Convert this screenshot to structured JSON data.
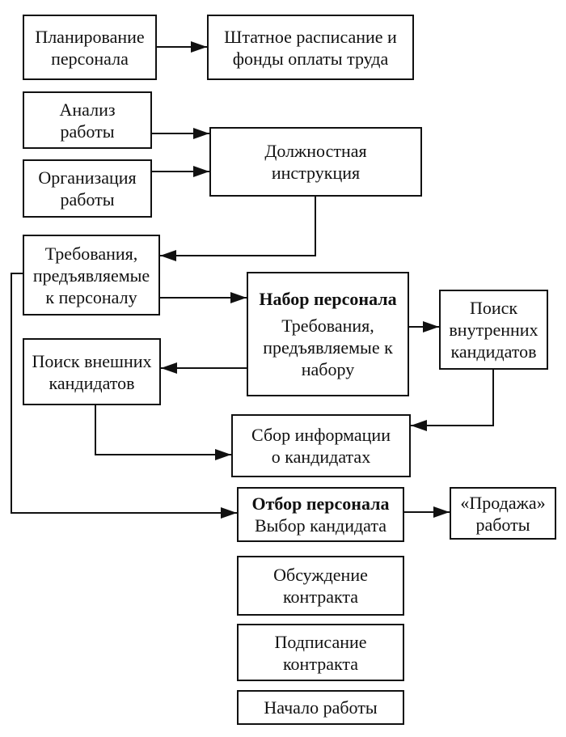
{
  "boxes": {
    "planning": [
      "Планирование",
      "персонала"
    ],
    "staffing": [
      "Штатное расписание и",
      "фонды оплаты труда"
    ],
    "job_analysis": [
      "Анализ",
      "работы"
    ],
    "job_description": [
      "Должностная",
      "инструкция"
    ],
    "work_organization": [
      "Организация",
      "работы"
    ],
    "requirements": [
      "Требования,",
      "предъявляемые",
      "к персоналу"
    ],
    "recruitment": {
      "title": "Набор персонала",
      "lines": [
        "Требования,",
        "предъявляемые к",
        "набору"
      ]
    },
    "internal_search": [
      "Поиск",
      "внутренних",
      "кандидатов"
    ],
    "external_search": [
      "Поиск внешних",
      "кандидатов"
    ],
    "info_collection": [
      "Сбор информации",
      "о кандидатах"
    ],
    "selection": {
      "title": "Отбор персонала",
      "lines": [
        "Выбор кандидата"
      ]
    },
    "selling_job": [
      "«Продажа»",
      "работы"
    ],
    "contract_discussion": [
      "Обсуждение",
      "контракта"
    ],
    "contract_signing": [
      "Подписание",
      "контракта"
    ],
    "start_work": [
      "Начало работы"
    ]
  }
}
